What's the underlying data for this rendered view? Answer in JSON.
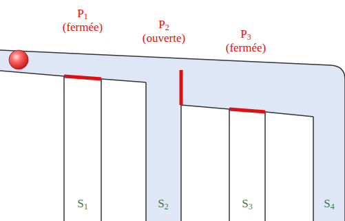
{
  "diagram": {
    "labels": [
      "P1 (fermée)",
      "P2 (ouverte)",
      "P3 (fermée)",
      "S1",
      "S2",
      "S3",
      "S4"
    ]
  }
}
